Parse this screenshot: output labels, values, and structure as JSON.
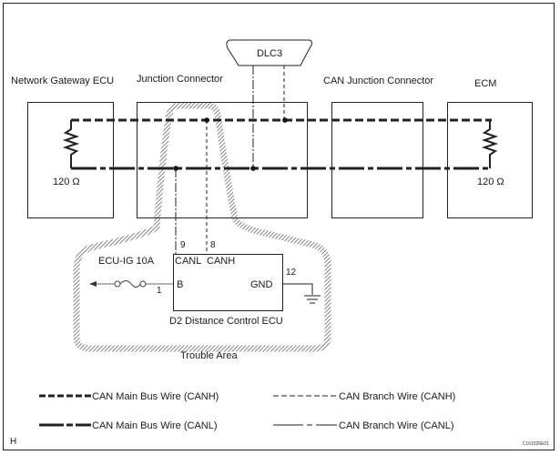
{
  "components": {
    "network_gateway_ecu": {
      "label": "Network Gateway ECU",
      "resistor": "120 Ω"
    },
    "junction_connector": {
      "label": "Junction Connector"
    },
    "can_junction_connector": {
      "label": "CAN Junction Connector"
    },
    "ecm": {
      "label": "ECM",
      "resistor": "120 Ω"
    },
    "dlc3": {
      "label": "DLC3"
    },
    "d2_ecu": {
      "label": "D2 Distance Control ECU",
      "pins": {
        "canl": {
          "name": "CANL",
          "number": "9"
        },
        "canh": {
          "name": "CANH",
          "number": "8"
        },
        "b": {
          "name": "B",
          "number": "1"
        },
        "gnd": {
          "name": "GND",
          "number": "12"
        }
      }
    },
    "fuse": {
      "label": "ECU-IG 10A"
    }
  },
  "trouble_area": {
    "label": "Trouble Area"
  },
  "legend": {
    "main_canh": "CAN Main Bus Wire (CANH)",
    "main_canl": "CAN Main Bus Wire (CANL)",
    "branch_canh": "CAN Branch Wire (CANH)",
    "branch_canl": "CAN Branch Wire (CANL)"
  },
  "footer": {
    "corner_mark": "H",
    "figure_id": "C161526E01"
  }
}
